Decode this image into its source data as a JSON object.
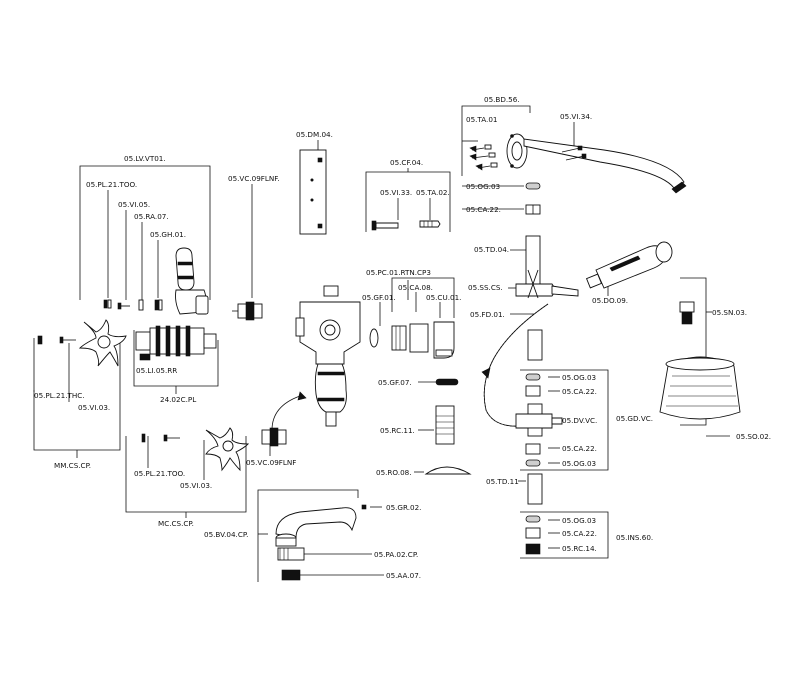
{
  "labels": {
    "bd56": "05.BD.56.",
    "ta01": "05.TA.01",
    "vi34": "05.VI.34.",
    "og03_top": "05.OG.03",
    "ca22_top": "05.CA.22.",
    "dm04": "05.DM.04.",
    "cf04": "05.CF.04.",
    "vi33": "05.VI.33.",
    "ta02": "05.TA.02.",
    "lvvt01": "05.LV.VT01.",
    "pl21too_top": "05.PL.21.TOO.",
    "vi05": "05.VI.05.",
    "ra07": "05.RA.07.",
    "gh01": "05.GH.01.",
    "vc09flnf_top": "05.VC.09FLNF.",
    "td04": "05.TD.04.",
    "sscs": "05.SS.CS.",
    "do09": "05.DO.09.",
    "pc01": "05.PC.01.RTN.CP3",
    "gf01": "05.GF.01.",
    "ca08": "05.CA.08.",
    "cu01": "05.CU.01.",
    "fd01": "05.FD.01.",
    "sn03": "05.SN.03.",
    "pl21thc": "05.PL.21.THC.",
    "vi03_left": "05.VI.03.",
    "li05rr": "05.LI.05.RR",
    "c24pl": "24.02C.PL",
    "mmcscp": "MM.CS.CP.",
    "gf07": "05.GF.07.",
    "og03_a": "05.OG.03",
    "ca22_a": "05.CA.22.",
    "rc11": "05.RC.11.",
    "dvvc": "05.DV.VC.",
    "gdvc": "05.GD.VC.",
    "so02": "05.SO.02.",
    "ca22_b": "05.CA.22.",
    "og03_b": "05.OG.03",
    "ro08": "05.RO.08.",
    "td11": "05.TD.11",
    "vc09flnf_bot": "05.VC.09FLNF",
    "pl21too_bot": "05.PL.21.TOO.",
    "vi03_bot": "05.VI.03.",
    "mccscp": "MC.CS.CP.",
    "gr02": "05.GR.02.",
    "bv04": "05.BV.04.CP.",
    "og03_c": "05.OG.03",
    "ca22_c": "05.CA.22.",
    "ins60": "05.INS.60.",
    "rc14": "05.RC.14.",
    "pa02": "05.PA.02.CP.",
    "aa07": "05.AA.07."
  },
  "icons": {
    "shower_arm": "shower-arm-icon",
    "hand_shower": "hand-shower-icon",
    "shower_rose": "shower-rose-icon",
    "valve_body": "valve-body-icon",
    "cross_handle": "cross-handle-icon",
    "spout": "bath-spout-icon",
    "hose": "flexible-hose-icon",
    "cartridge": "cartridge-icon",
    "lever": "lever-handle-icon"
  }
}
